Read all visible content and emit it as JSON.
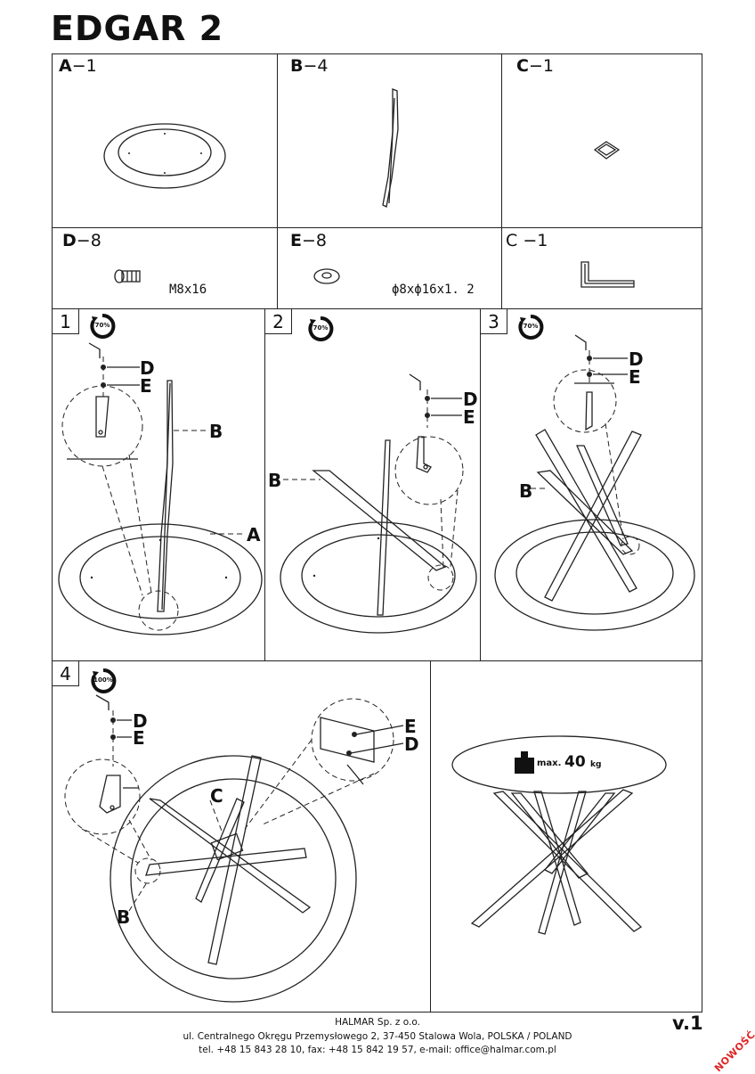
{
  "title": "EDGAR 2",
  "parts": [
    {
      "letter": "A",
      "count": "−1",
      "name": "tabletop"
    },
    {
      "letter": "B",
      "count": "−4",
      "name": "leg"
    },
    {
      "letter": "C",
      "count": "−1",
      "name": "connector"
    },
    {
      "letter": "D",
      "count": "−8",
      "spec": "M8x16"
    },
    {
      "letter": "E",
      "count": "−8",
      "spec": "ϕ8xϕ16x1. 2"
    },
    {
      "letter": "C",
      "count": " −1",
      "name": "hex-key"
    }
  ],
  "steps": [
    {
      "number": "1",
      "torque": "70%"
    },
    {
      "number": "2",
      "torque": "70%"
    },
    {
      "number": "3",
      "torque": "70%"
    },
    {
      "number": "4",
      "torque": "100%"
    }
  ],
  "callouts": {
    "A": "A",
    "B": "B",
    "C": "C",
    "D": "D",
    "E": "E"
  },
  "load": {
    "prefix": "max.",
    "value": "40",
    "unit": "kg"
  },
  "footer": {
    "company": "HALMAR Sp. z o.o.",
    "address": "ul. Centralnego Okręgu Przemysłowego 2, 37-450 Stalowa Wola, POLSKA / POLAND",
    "contact": "tel. +48 15 843 28 10, fax: +48 15 842 19 57, e-mail: office@halmar.com.pl"
  },
  "version": "v.1",
  "stamp": "NOWOŚĆ"
}
